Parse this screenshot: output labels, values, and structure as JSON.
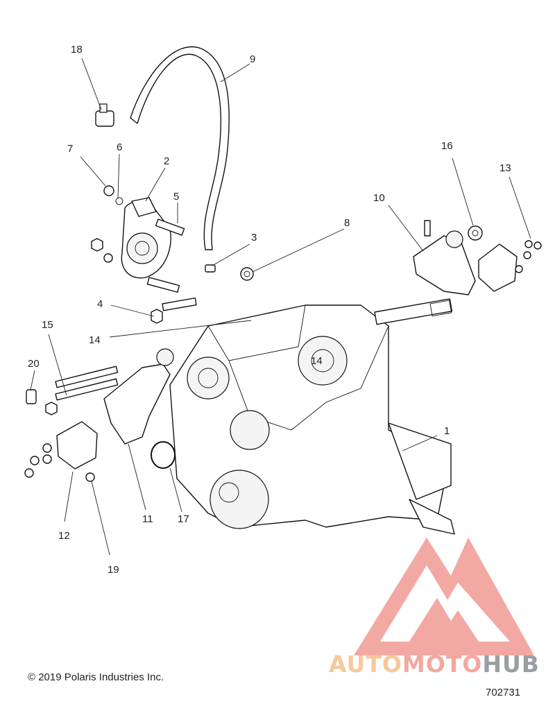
{
  "diagram": {
    "callouts": [
      "1",
      "2",
      "3",
      "4",
      "5",
      "6",
      "7",
      "8",
      "9",
      "10",
      "11",
      "12",
      "13",
      "14",
      "14",
      "15",
      "16",
      "17",
      "18",
      "19",
      "20"
    ]
  },
  "footer": {
    "copyright": "© 2019 Polaris Industries Inc.",
    "figure_number": "702731"
  },
  "watermark": {
    "part1": "AUTO",
    "part2": "MOTO",
    "part3": "HUB",
    "colors": {
      "auto": "#f6c89a",
      "moto": "#f3a7a0",
      "hub": "#9a9ea3",
      "logo": "#f29b93"
    }
  }
}
